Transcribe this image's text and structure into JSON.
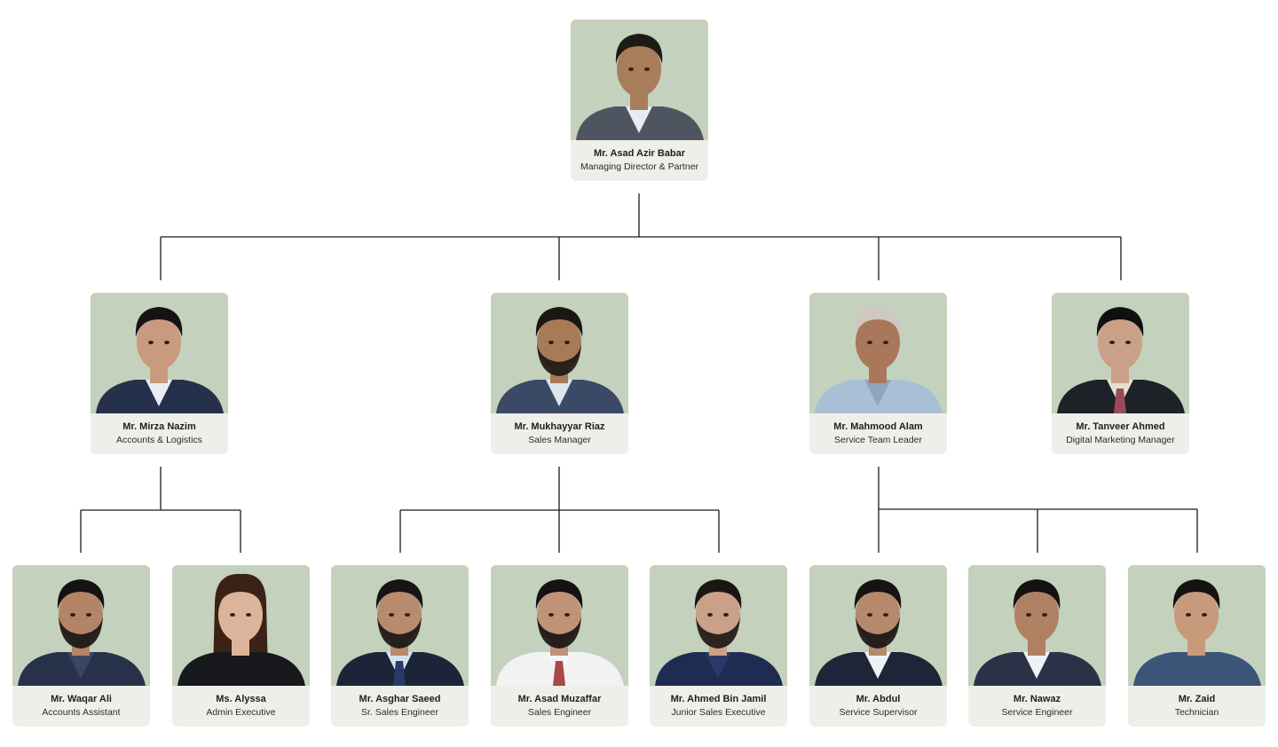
{
  "line_color": "#1a1a1a",
  "photo_background": "#c4d1bc",
  "card_background": "#efefea",
  "people": {
    "md": {
      "name": "Mr. Asad Azir Babar",
      "role": "Managing Director & Partner",
      "skin": "#a87d5c",
      "hair": "#1e1a18",
      "jacket": "#4e5560",
      "shirt": "#e8ecf2",
      "beard": false,
      "long_hair": false,
      "tie": ""
    },
    "mirza": {
      "name": "Mr. Mirza Nazim",
      "role": "Accounts & Logistics",
      "skin": "#c99a80",
      "hair": "#141212",
      "jacket": "#25304a",
      "shirt": "#e9edf3",
      "beard": false,
      "long_hair": false,
      "tie": ""
    },
    "mukh": {
      "name": "Mr. Mukhayyar Riaz",
      "role": "Sales Manager",
      "skin": "#a77a58",
      "hair": "#1b1714",
      "jacket": "#3a4a66",
      "shirt": "#dde5ef",
      "beard": true,
      "long_hair": false,
      "tie": ""
    },
    "mahmood": {
      "name": "Mr. Mahmood Alam",
      "role": "Service Team Leader",
      "skin": "#a9785a",
      "hair": "#cfc7c0",
      "jacket": "#a9bfd6",
      "shirt": "#8da7c2",
      "beard": false,
      "long_hair": false,
      "tie": ""
    },
    "tanveer": {
      "name": "Mr. Tanveer Ahmed",
      "role": "Digital Marketing Manager",
      "skin": "#caa088",
      "hair": "#111010",
      "jacket": "#1f2128",
      "shirt": "#e6e0d4",
      "beard": false,
      "long_hair": false,
      "tie": "#9a4a58"
    },
    "waqar": {
      "name": "Mr. Waqar Ali",
      "role": "Accounts Assistant",
      "skin": "#b48466",
      "hair": "#151312",
      "jacket": "#27324a",
      "shirt": "#3a4660",
      "beard": true,
      "long_hair": false,
      "tie": ""
    },
    "alyssa": {
      "name": "Ms. Alyssa",
      "role": "Admin Executive",
      "skin": "#dcb49a",
      "hair": "#3b2216",
      "jacket": "#17181c",
      "shirt": "#17181c",
      "beard": false,
      "long_hair": true,
      "tie": ""
    },
    "asghar": {
      "name": "Mr. Asghar Saeed",
      "role": "Sr. Sales Engineer",
      "skin": "#b88b6e",
      "hair": "#161414",
      "jacket": "#1c2438",
      "shirt": "#d7e2ee",
      "beard": true,
      "long_hair": false,
      "tie": "#2a3a66"
    },
    "asad": {
      "name": "Mr. Asad Muzaffar",
      "role": "Sales Engineer",
      "skin": "#c09378",
      "hair": "#141212",
      "jacket": "#f2f2f2",
      "shirt": "#f7f7f7",
      "beard": true,
      "long_hair": false,
      "tie": "#a84848"
    },
    "ahmed": {
      "name": "Mr. Ahmed Bin Jamil",
      "role": "Junior Sales Executive",
      "skin": "#caa088",
      "hair": "#1a1614",
      "jacket": "#1e2c52",
      "shirt": "#2a3a66",
      "beard": true,
      "long_hair": false,
      "tie": ""
    },
    "abdul": {
      "name": "Mr. Abdul",
      "role": "Service Supervisor",
      "skin": "#b5896c",
      "hair": "#161312",
      "jacket": "#1e2538",
      "shirt": "#eef2f6",
      "beard": true,
      "long_hair": false,
      "tie": ""
    },
    "nawaz": {
      "name": "Mr. Nawaz",
      "role": "Service Engineer",
      "skin": "#b08062",
      "hair": "#131111",
      "jacket": "#2a3248",
      "shirt": "#eef2f6",
      "beard": false,
      "long_hair": false,
      "tie": ""
    },
    "zaid": {
      "name": "Mr. Zaid",
      "role": "Technician",
      "skin": "#c89a7c",
      "hair": "#151312",
      "jacket": "#3b5578",
      "shirt": "#3b5578",
      "beard": false,
      "long_hair": false,
      "tie": ""
    }
  }
}
